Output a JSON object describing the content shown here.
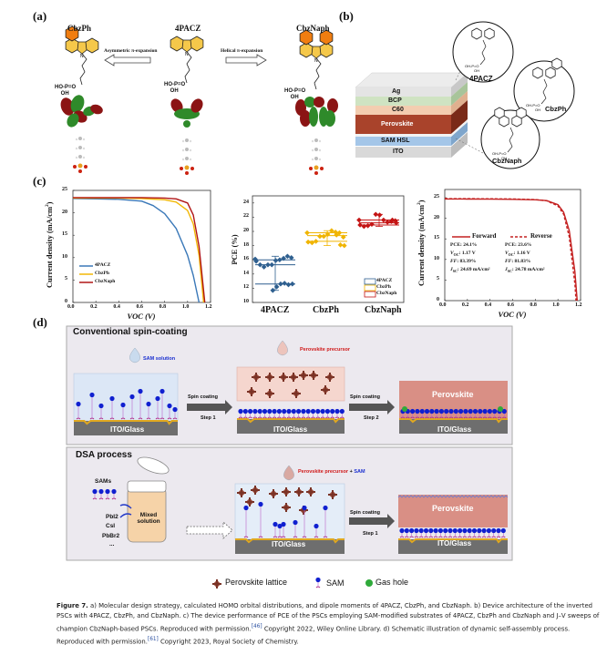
{
  "panel_a": {
    "label": "(a)",
    "molecules": [
      "CbzPh",
      "4PACZ",
      "CbzNaph"
    ],
    "arrow_left_text": "Asymmetric π-expansion",
    "arrow_right_text": "Helical π-expansion",
    "phosphonic_acid": "HO-P=O",
    "hydroxyl": "OH",
    "colors": {
      "carbazole": "#f5c84a",
      "expansion": "#f07d10",
      "orbital_pos": "#8b1414",
      "orbital_neg": "#2f8a2a"
    }
  },
  "panel_b": {
    "label": "(b)",
    "layers": [
      {
        "name": "Ag",
        "color": "#e4e4e4"
      },
      {
        "name": "BCP",
        "color": "#cfe3c2"
      },
      {
        "name": "C60",
        "color": "#f3cdb0"
      },
      {
        "name": "Perovskite",
        "color": "#a9432b"
      },
      {
        "name": "SAM HSL",
        "color": "#a4c6e8"
      },
      {
        "name": "ITO",
        "color": "#d9d9d9"
      }
    ],
    "circles": [
      "4PACZ",
      "CbzPh",
      "CbzNaph"
    ],
    "phosphonic_acid": "OH-P=O",
    "hydroxyl": "OH"
  },
  "panel_c": {
    "label": "(c)"
  },
  "chart_data": [
    {
      "type": "line",
      "xlabel": "VOC (V)",
      "ylabel": "Current density (mA/cm2)",
      "xlim": [
        0,
        1.2
      ],
      "ylim": [
        0,
        25
      ],
      "xticks": [
        "0.0",
        "0.2",
        "0.4",
        "0.6",
        "0.8",
        "1.0",
        "1.2"
      ],
      "yticks": [
        "0",
        "5",
        "10",
        "15",
        "20",
        "25"
      ],
      "legend_position": "bottom-left",
      "series": [
        {
          "name": "4PACZ",
          "color": "#3a78b8",
          "x": [
            0,
            0.2,
            0.4,
            0.6,
            0.7,
            0.8,
            0.9,
            1.0,
            1.05,
            1.1
          ],
          "y": [
            23.2,
            23.1,
            23.0,
            22.6,
            21.6,
            19.8,
            16.5,
            10.5,
            6.0,
            0
          ]
        },
        {
          "name": "CbzPh",
          "color": "#f2b705",
          "x": [
            0,
            0.2,
            0.4,
            0.6,
            0.8,
            0.9,
            1.0,
            1.05,
            1.1,
            1.14
          ],
          "y": [
            23.3,
            23.3,
            23.3,
            23.2,
            22.9,
            22.4,
            20.5,
            17.5,
            10.5,
            0
          ]
        },
        {
          "name": "CbzNaph",
          "color": "#b01515",
          "x": [
            0,
            0.2,
            0.4,
            0.6,
            0.8,
            0.9,
            1.0,
            1.05,
            1.1,
            1.15
          ],
          "y": [
            23.4,
            23.4,
            23.4,
            23.4,
            23.3,
            23.1,
            22.2,
            19.5,
            12.5,
            0
          ]
        }
      ]
    },
    {
      "type": "box",
      "ylabel": "PCE (%)",
      "ylim": [
        10,
        25
      ],
      "yticks": [
        "10",
        "12",
        "14",
        "16",
        "18",
        "20",
        "22",
        "24"
      ],
      "categories": [
        "4PACZ",
        "CbzPh",
        "CbzNaph"
      ],
      "legend_position": "bottom-right",
      "series": [
        {
          "name": "4PACZ",
          "color": "#2e5f8f",
          "points": [
            16.1,
            16.3,
            16.5,
            16.2,
            16.0,
            15.9,
            15.3,
            15.3,
            15.0,
            15.3,
            15.8,
            12.6,
            12.5,
            12.7,
            12.6,
            12.2,
            11.7
          ],
          "q1": 12.6,
          "median": 15.3,
          "q3": 16.0,
          "min": 11.7,
          "max": 16.5
        },
        {
          "name": "CbzPh",
          "color": "#f0b400",
          "points": [
            19.8,
            19.2,
            19.8,
            19.9,
            20.1,
            19.6,
            19.3,
            19.3,
            18.6,
            18.4,
            18.5,
            18.0,
            18.1,
            19.5
          ],
          "q1": 18.6,
          "median": 19.4,
          "q3": 19.8,
          "min": 18.0,
          "max": 20.1
        },
        {
          "name": "CbzNaph",
          "color": "#c41414",
          "points": [
            21.6,
            21.5,
            21.4,
            21.3,
            21.6,
            22.3,
            22.4,
            21.0,
            20.8,
            20.7,
            20.9,
            21.2,
            21.6
          ],
          "q1": 20.9,
          "median": 21.2,
          "q3": 21.6,
          "min": 20.7,
          "max": 22.4
        }
      ]
    },
    {
      "type": "line",
      "xlabel": "VOC (V)",
      "ylabel": "Current density (mA/cm2)",
      "xlim": [
        0,
        1.2
      ],
      "ylim": [
        0,
        27
      ],
      "xticks": [
        "0.0",
        "0.2",
        "0.4",
        "0.6",
        "0.8",
        "1.0",
        "1.2"
      ],
      "yticks": [
        "0",
        "5",
        "10",
        "15",
        "20",
        "25"
      ],
      "legend_position": "middle",
      "series": [
        {
          "name": "Forward",
          "color": "#c42020",
          "dash": false,
          "x": [
            0,
            0.2,
            0.4,
            0.6,
            0.8,
            0.9,
            1.0,
            1.05,
            1.1,
            1.15,
            1.17
          ],
          "y": [
            24.69,
            24.68,
            24.65,
            24.6,
            24.5,
            24.3,
            23.3,
            21.5,
            17.0,
            7.0,
            0
          ],
          "stats": {
            "pce": "PCE: 24.1%",
            "voc": "1.17 V",
            "ff": "83.39%",
            "jsc": "24.69 mA/cm²"
          }
        },
        {
          "name": "Reverse",
          "color": "#c42020",
          "dash": true,
          "x": [
            0,
            0.2,
            0.4,
            0.6,
            0.8,
            0.9,
            1.0,
            1.05,
            1.1,
            1.15,
            1.16
          ],
          "y": [
            24.78,
            24.77,
            24.75,
            24.7,
            24.55,
            24.25,
            23.0,
            21.0,
            15.5,
            4.0,
            0
          ],
          "stats": {
            "pce": "PCE: 23.6%",
            "voc": "1.16 V",
            "ff": "81.83%",
            "jsc": "24.78 mA/cm²"
          }
        }
      ]
    }
  ],
  "panel_d": {
    "label": "(d)",
    "conventional": {
      "title": "Conventional spin-coating",
      "sam_solution": "SAM solution",
      "perovskite_precursor": "Perovskite precursor",
      "spin_coating": "Spin coating",
      "step1": "Step 1",
      "step2": "Step 2",
      "substrate": "ITO/Glass",
      "perovskite": "Perovskite"
    },
    "dsa": {
      "title": "DSA process",
      "sams": "SAMs",
      "reagents": [
        "PbI2",
        "CsI",
        "PbBr2",
        "..."
      ],
      "mixed_solution": "Mixed solution",
      "precursor": "Perovskite precursor",
      "plus": "+",
      "sam": "SAM",
      "spin_coating": "Spin coating",
      "step1": "Step 1",
      "substrate": "ITO/Glass",
      "perovskite": "Perovskite"
    },
    "legend": {
      "lattice": "Perovskite lattice",
      "sam": "SAM",
      "gas_hole": "Gas hole"
    },
    "colors": {
      "sam_head": "#1020d0",
      "sam_tail": "#b0308a",
      "ito": "#6e6e6e",
      "ito_coat": "#e0a820",
      "perovskite": "#d98f85",
      "gas_hole": "#2faa3a"
    }
  },
  "caption": {
    "figure_label": "Figure 7.",
    "text_1": " a) Molecular design strategy, calculated HOMO orbital distributions, and dipole moments of 4PACZ, CbzPh, and CbzNaph. b) Device architecture of the inverted PSCs with 4PACZ, CbzPh, and CbzNaph. c) The device performance of PCE of the PSCs employing SAM-modified substrates of 4PACZ, CbzPh and CbzNaph and J–V sweeps of champion CbzNaph-based PSCs. Reproduced with permission.",
    "ref_1": "[46]",
    "text_2": " Copyright 2022, Wiley Online Library. d) Schematic illustration of dynamic self-assembly process. Reproduced with permission.",
    "ref_2": "[61]",
    "text_3": " Copyright 2023, Royal Society of Chemistry."
  }
}
